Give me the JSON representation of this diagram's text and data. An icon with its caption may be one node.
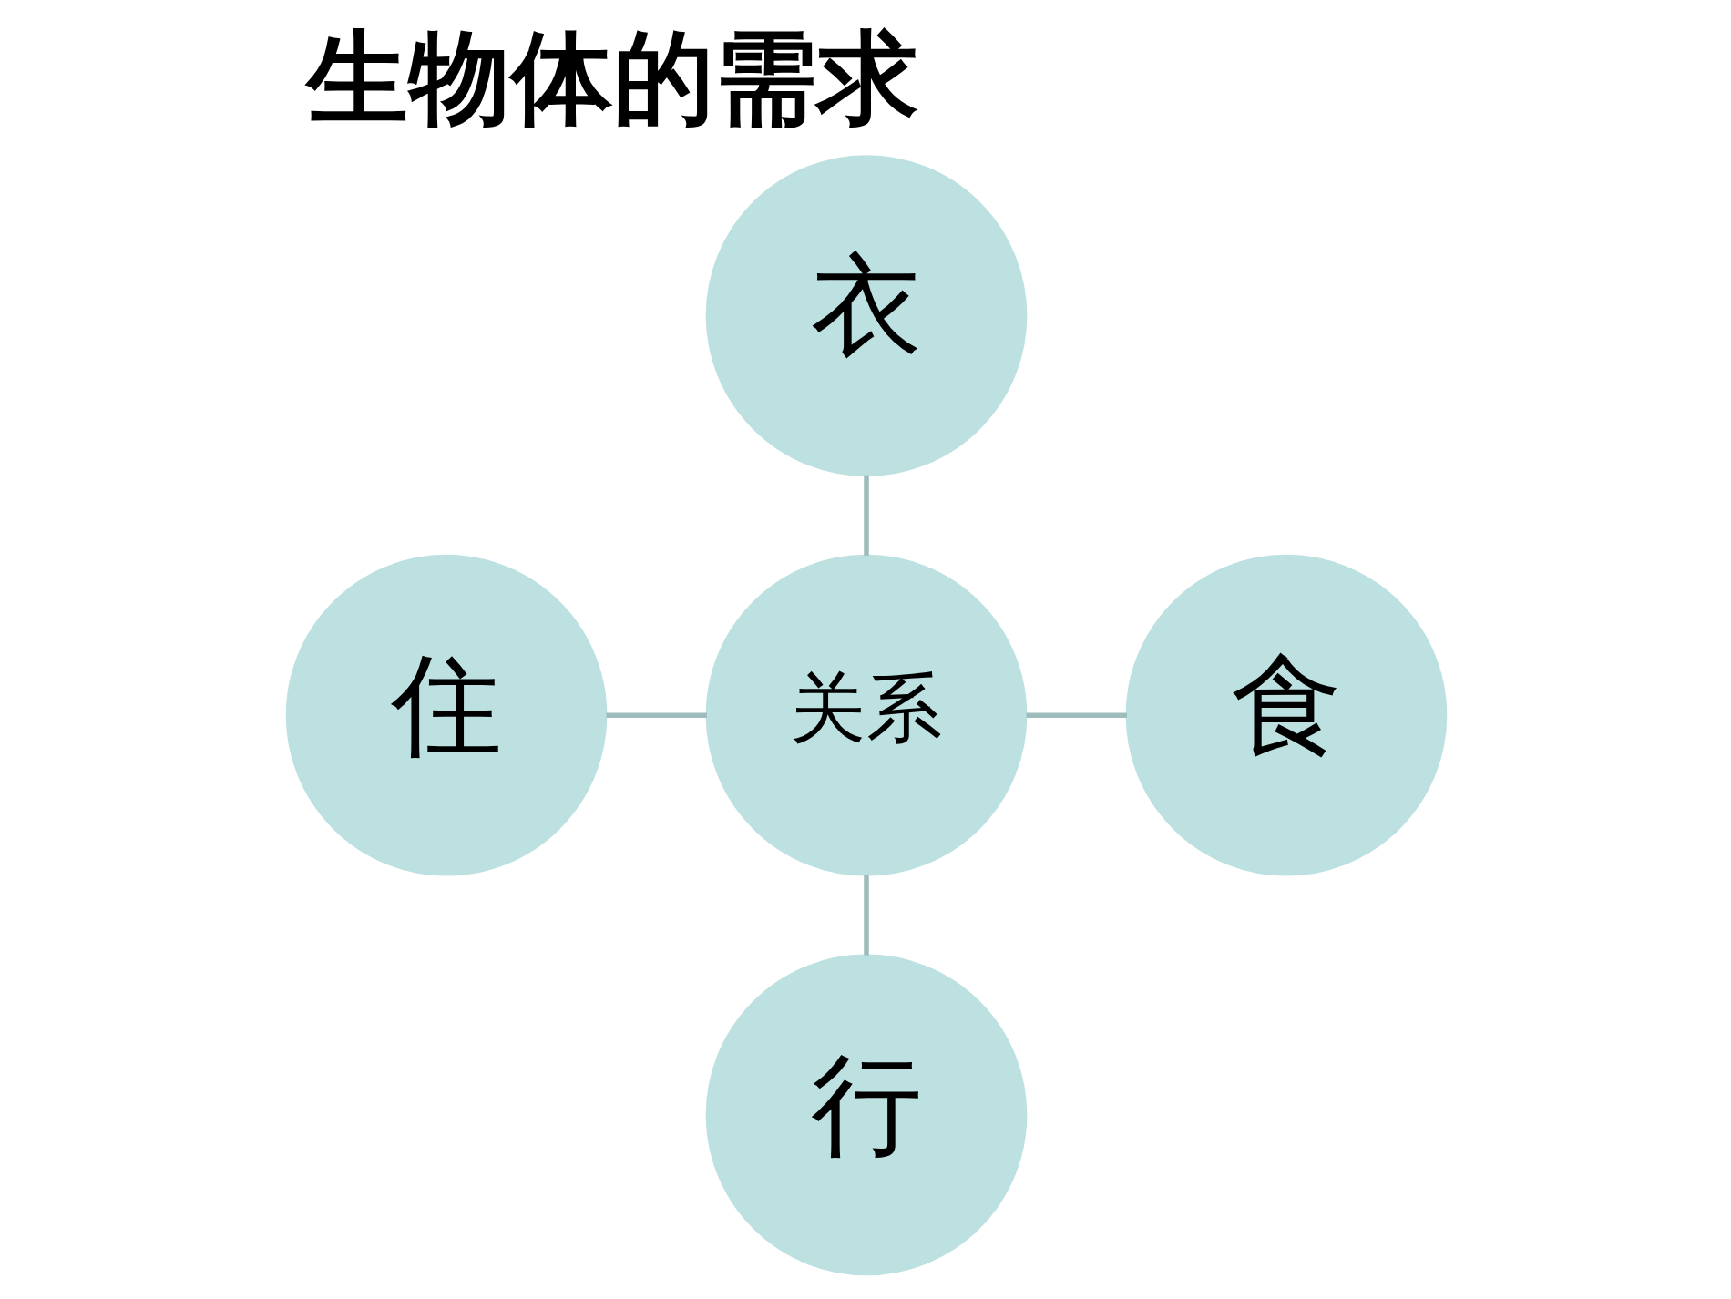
{
  "diagram": {
    "title": "生物体的需求",
    "nodes": [
      {
        "text": [
          "衣"
        ]
      },
      {
        "text": [
          "住"
        ]
      },
      {
        "text": [
          "关系"
        ]
      },
      {
        "text": [
          "食"
        ]
      },
      {
        "text": [
          "行"
        ]
      }
    ],
    "edges": [
      {
        "from": 0,
        "to": 2,
        "arrow": "none"
      },
      {
        "from": 1,
        "to": 2,
        "arrow": "none"
      },
      {
        "from": 2,
        "to": 3,
        "arrow": "none"
      },
      {
        "from": 2,
        "to": 4,
        "arrow": "none"
      }
    ]
  }
}
